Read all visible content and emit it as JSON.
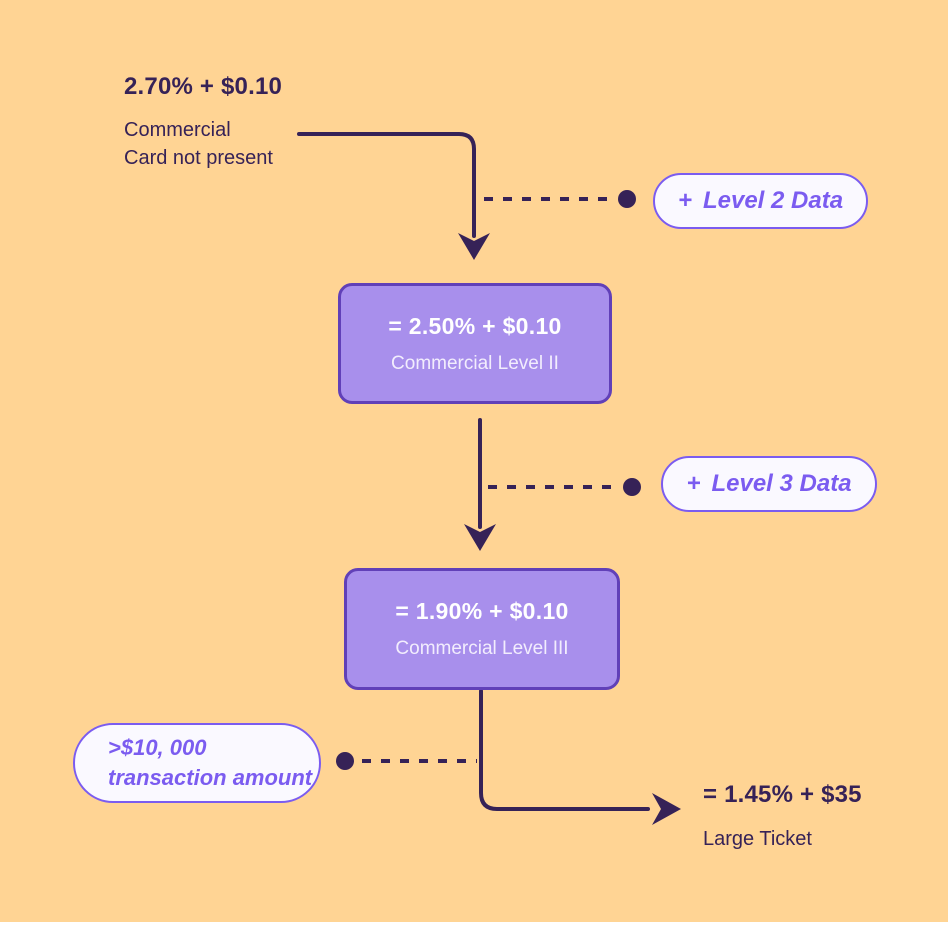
{
  "colors": {
    "bg": "#FFD494",
    "ink": "#362257",
    "box_fill": "#A88FEC",
    "box_border": "#6140B8",
    "box_text": "#FFFFFF",
    "box_subtext": "#F2EDFD",
    "pill_bg": "#FAF9FF",
    "pill_border": "#7B5CF0",
    "pill_text": "#7B5CF0",
    "footer_strip": "#FFFFFF"
  },
  "source": {
    "rate": "2.70% + $0.10",
    "label_line1": "Commercial",
    "label_line2": "Card not present"
  },
  "annotations": {
    "level2": {
      "plus": "+",
      "label": "Level 2 Data"
    },
    "level3": {
      "plus": "+",
      "label": "Level 3 Data"
    },
    "threshold": {
      "line1": ">$10, 000",
      "line2": "transaction amount"
    }
  },
  "nodes": {
    "level2": {
      "rate": "= 2.50% + $0.10",
      "label": "Commercial Level II"
    },
    "level3": {
      "rate": "= 1.90% + $0.10",
      "label": "Commercial Level III"
    },
    "large_ticket": {
      "rate": "= 1.45% + $35",
      "label": "Large Ticket"
    }
  }
}
